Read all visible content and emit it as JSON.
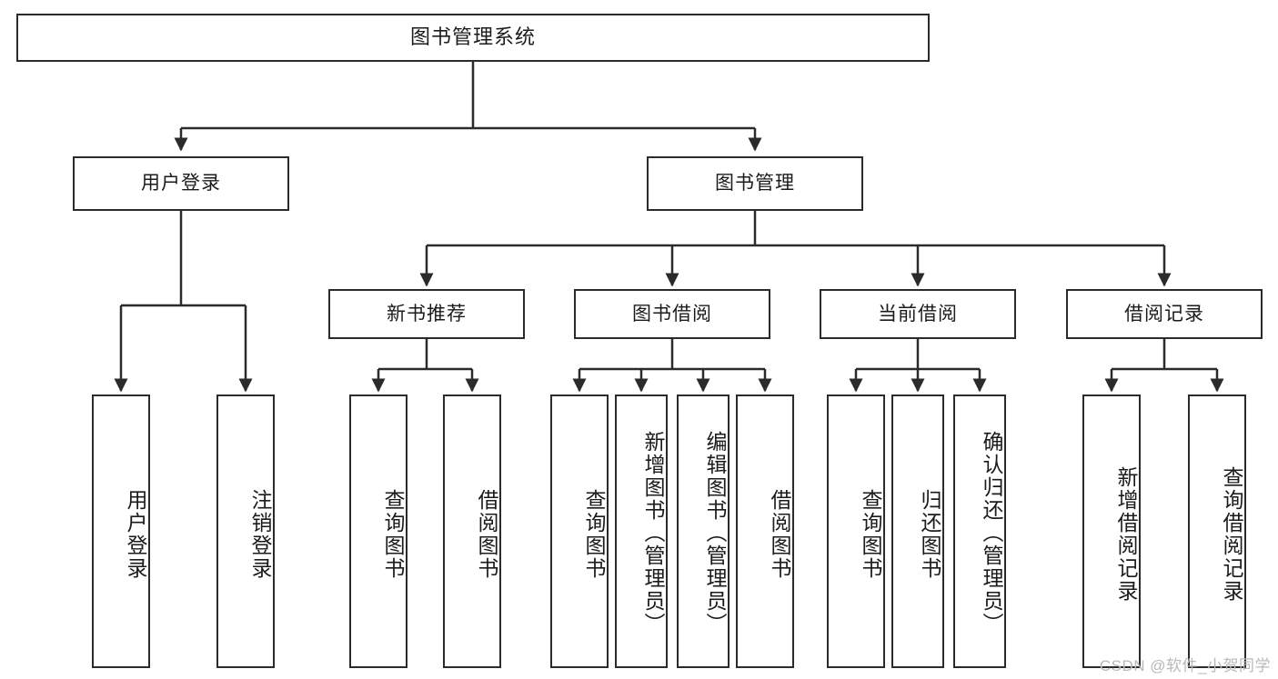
{
  "diagram": {
    "title": "图书管理系统",
    "type": "tree-hierarchy-flowchart",
    "watermark": "CSDN @软件_小贺同学",
    "colors": {
      "stroke": "#2b2b2b",
      "fill": "#ffffff",
      "text": "#1b1b1b",
      "watermark": "#b9b9b9"
    },
    "nodes": {
      "root": {
        "label": "图书管理系统",
        "orientation": "horizontal"
      },
      "level2": [
        {
          "id": "user-login",
          "label": "用户登录",
          "orientation": "horizontal"
        },
        {
          "id": "book-manage",
          "label": "图书管理",
          "orientation": "horizontal"
        }
      ],
      "level3": [
        {
          "id": "new-book-recommend",
          "label": "新书推荐",
          "orientation": "horizontal"
        },
        {
          "id": "book-borrow",
          "label": "图书借阅",
          "orientation": "horizontal"
        },
        {
          "id": "current-borrow",
          "label": "当前借阅",
          "orientation": "horizontal"
        },
        {
          "id": "borrow-record",
          "label": "借阅记录",
          "orientation": "horizontal"
        }
      ],
      "leaves": {
        "user-login": [
          {
            "id": "leaf-user-login",
            "label": "用户登录",
            "orientation": "vertical"
          },
          {
            "id": "leaf-logout",
            "label": "注销登录",
            "orientation": "vertical"
          }
        ],
        "new-book-recommend": [
          {
            "id": "leaf-query-book-1",
            "label": "查询图书",
            "orientation": "vertical"
          },
          {
            "id": "leaf-borrow-book-1",
            "label": "借阅图书",
            "orientation": "vertical"
          }
        ],
        "book-borrow": [
          {
            "id": "leaf-query-book-2",
            "label": "查询图书",
            "orientation": "vertical"
          },
          {
            "id": "leaf-add-book",
            "label": "新增图书（管理员）",
            "orientation": "vertical"
          },
          {
            "id": "leaf-edit-book",
            "label": "编辑图书（管理员）",
            "orientation": "vertical"
          },
          {
            "id": "leaf-borrow-book-2",
            "label": "借阅图书",
            "orientation": "vertical"
          }
        ],
        "current-borrow": [
          {
            "id": "leaf-query-book-3",
            "label": "查询图书",
            "orientation": "vertical"
          },
          {
            "id": "leaf-return-book",
            "label": "归还图书",
            "orientation": "vertical"
          },
          {
            "id": "leaf-confirm-return",
            "label": "确认归还（管理员）",
            "orientation": "vertical"
          }
        ],
        "borrow-record": [
          {
            "id": "leaf-add-record",
            "label": "新增借阅记录",
            "orientation": "vertical"
          },
          {
            "id": "leaf-query-record",
            "label": "查询借阅记录",
            "orientation": "vertical"
          }
        ]
      }
    },
    "edges": [
      {
        "from": "图书管理系统",
        "to": "用户登录"
      },
      {
        "from": "图书管理系统",
        "to": "图书管理"
      },
      {
        "from": "用户登录",
        "to": "用户登录"
      },
      {
        "from": "用户登录",
        "to": "注销登录"
      },
      {
        "from": "图书管理",
        "to": "新书推荐"
      },
      {
        "from": "图书管理",
        "to": "图书借阅"
      },
      {
        "from": "图书管理",
        "to": "当前借阅"
      },
      {
        "from": "图书管理",
        "to": "借阅记录"
      },
      {
        "from": "新书推荐",
        "to": "查询图书"
      },
      {
        "from": "新书推荐",
        "to": "借阅图书"
      },
      {
        "from": "图书借阅",
        "to": "查询图书"
      },
      {
        "from": "图书借阅",
        "to": "新增图书（管理员）"
      },
      {
        "from": "图书借阅",
        "to": "编辑图书（管理员）"
      },
      {
        "from": "图书借阅",
        "to": "借阅图书"
      },
      {
        "from": "当前借阅",
        "to": "查询图书"
      },
      {
        "from": "当前借阅",
        "to": "归还图书"
      },
      {
        "from": "当前借阅",
        "to": "确认归还（管理员）"
      },
      {
        "from": "借阅记录",
        "to": "新增借阅记录"
      },
      {
        "from": "借阅记录",
        "to": "查询借阅记录"
      }
    ]
  }
}
